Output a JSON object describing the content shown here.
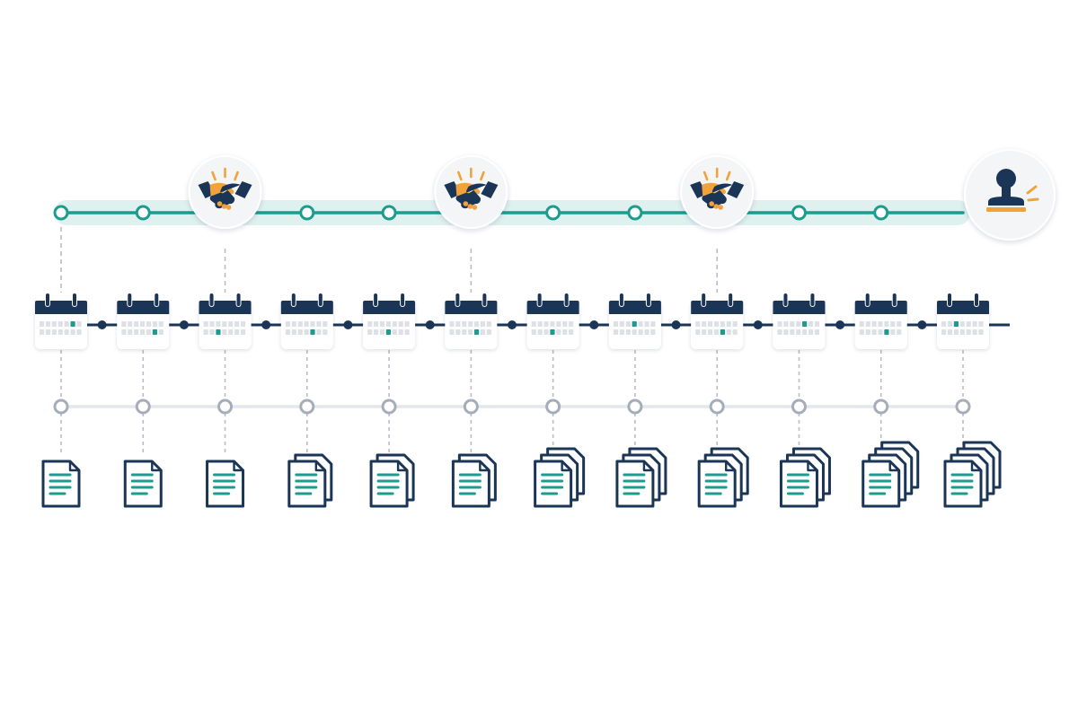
{
  "months": 12,
  "milestone_months": [
    3,
    6,
    9
  ],
  "document_stack_counts": [
    1,
    1,
    1,
    2,
    2,
    2,
    3,
    3,
    3,
    3,
    4,
    4
  ],
  "calendar_highlight_cells": [
    5,
    12,
    9,
    11,
    10,
    11,
    10,
    3,
    11,
    4,
    11,
    2
  ],
  "icons": {
    "milestone": "handshake-icon",
    "final": "approval-stamp-icon",
    "period": "calendar-icon",
    "output": "document-stack-icon"
  },
  "colors": {
    "teal": "#1c9b8f",
    "teal_band": "#dff1ef",
    "navy": "#1b3556",
    "orange": "#f2a23c",
    "gray_node": "#a4adb9",
    "gray_line": "#e4e7ec",
    "dash": "#b7bec8",
    "cell": "#dde1e6",
    "circle_bg": "#f4f5f7"
  }
}
